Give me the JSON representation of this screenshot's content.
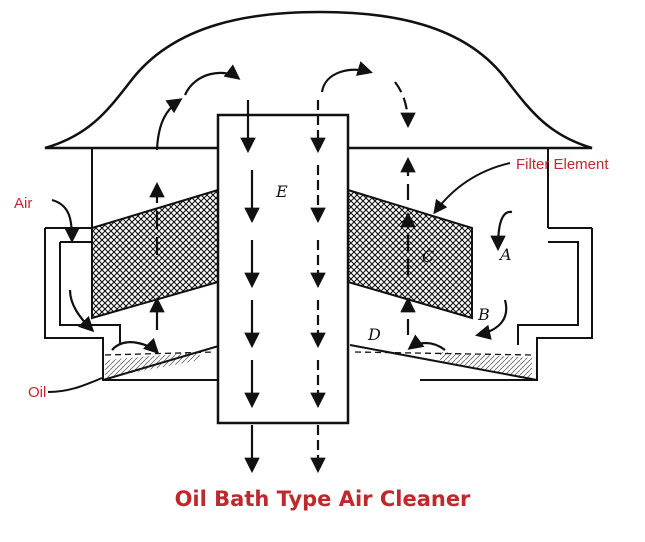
{
  "labels": {
    "air": "Air",
    "filter_element": "Filter Element",
    "oil": "Oil",
    "letter_e": "E",
    "letter_c": "C",
    "letter_a": "A",
    "letter_b": "B",
    "letter_d": "D"
  },
  "caption": "Oil Bath Type Air Cleaner",
  "colors": {
    "label_red": "#c0282d",
    "ink": "#111111"
  }
}
